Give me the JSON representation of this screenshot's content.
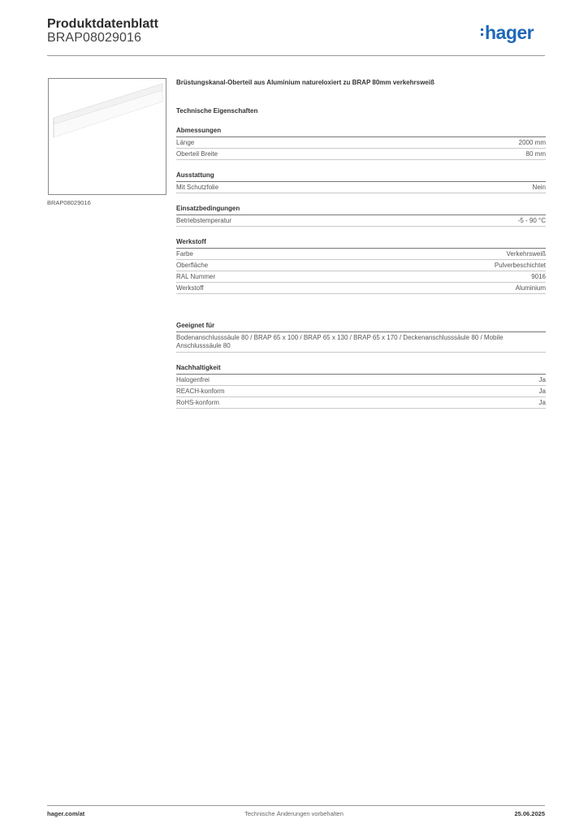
{
  "header": {
    "title": "Produktdatenblatt",
    "subtitle": "BRAP08029016",
    "logo_text": "hager"
  },
  "image": {
    "caption": "BRAP08029016"
  },
  "product": {
    "title": "Brüstungskanal-Oberteil aus Aluminium natureloxiert zu BRAP 80mm verkehrsweiß",
    "section_title": "Technische Eigenschaften"
  },
  "groups": [
    {
      "name": "Abmessungen",
      "rows": [
        {
          "label": "Länge",
          "value": "2000 mm"
        },
        {
          "label": "Oberteil Breite",
          "value": "80 mm"
        }
      ]
    },
    {
      "name": "Ausstattung",
      "rows": [
        {
          "label": "Mit Schutzfolie",
          "value": "Nein"
        }
      ]
    },
    {
      "name": "Einsatzbedingungen",
      "rows": [
        {
          "label": "Betriebstemperatur",
          "value": "-5 - 90 °C"
        }
      ]
    },
    {
      "name": "Werkstoff",
      "rows": [
        {
          "label": "Farbe",
          "value": "Verkehrsweiß"
        },
        {
          "label": "Oberfläche",
          "value": "Pulverbeschichtet"
        },
        {
          "label": "RAL Nummer",
          "value": "9016"
        },
        {
          "label": "Werkstoff",
          "value": "Aluminium"
        }
      ]
    }
  ],
  "suitable": {
    "name": "Geeignet für",
    "text": "Bodenanschlusssäule 80 / BRAP 65 x 100 / BRAP 65 x 130 / BRAP 65 x 170 / Deckenanschlusssäule 80 / Mobile Anschlusssäule 80"
  },
  "sustainability": {
    "name": "Nachhaltigkeit",
    "rows": [
      {
        "label": "Halogenfrei",
        "value": "Ja"
      },
      {
        "label": "REACH-konform",
        "value": "Ja"
      },
      {
        "label": "RoHS-konform",
        "value": "Ja"
      }
    ]
  },
  "footer": {
    "left": "hager.com/at",
    "center": "Technische Änderungen vorbehalten",
    "right": "25.06.2025"
  },
  "colors": {
    "brand": "#1f68b8",
    "rule": "#777777"
  }
}
